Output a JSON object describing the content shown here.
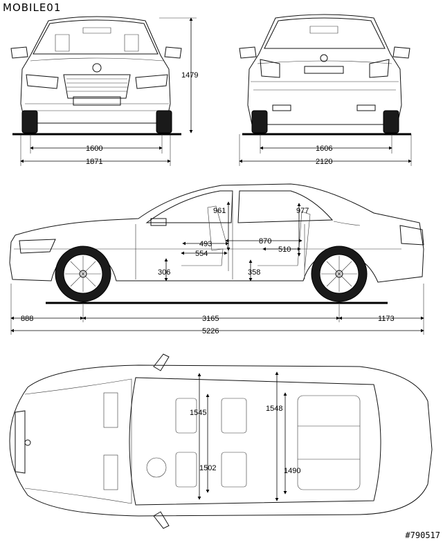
{
  "logo": "MOBILE01",
  "watermark": "#790517",
  "front_view": {
    "height": "1479",
    "track_front": "1600",
    "width": "1871"
  },
  "rear_view": {
    "track_rear": "1606",
    "width_mirrors": "2120"
  },
  "side_view": {
    "front_headroom": "961",
    "rear_headroom": "977",
    "front_legroom_a": "493",
    "front_legroom_b": "554",
    "rear_legroom_a": "870",
    "rear_legroom_b": "510",
    "front_seat_height": "306",
    "rear_seat_height": "358",
    "front_overhang": "888",
    "wheelbase": "3165",
    "rear_overhang": "1173",
    "length": "5226"
  },
  "top_view": {
    "front_shoulder": "1545",
    "rear_shoulder": "1548",
    "front_hip": "1502",
    "rear_hip": "1490"
  }
}
